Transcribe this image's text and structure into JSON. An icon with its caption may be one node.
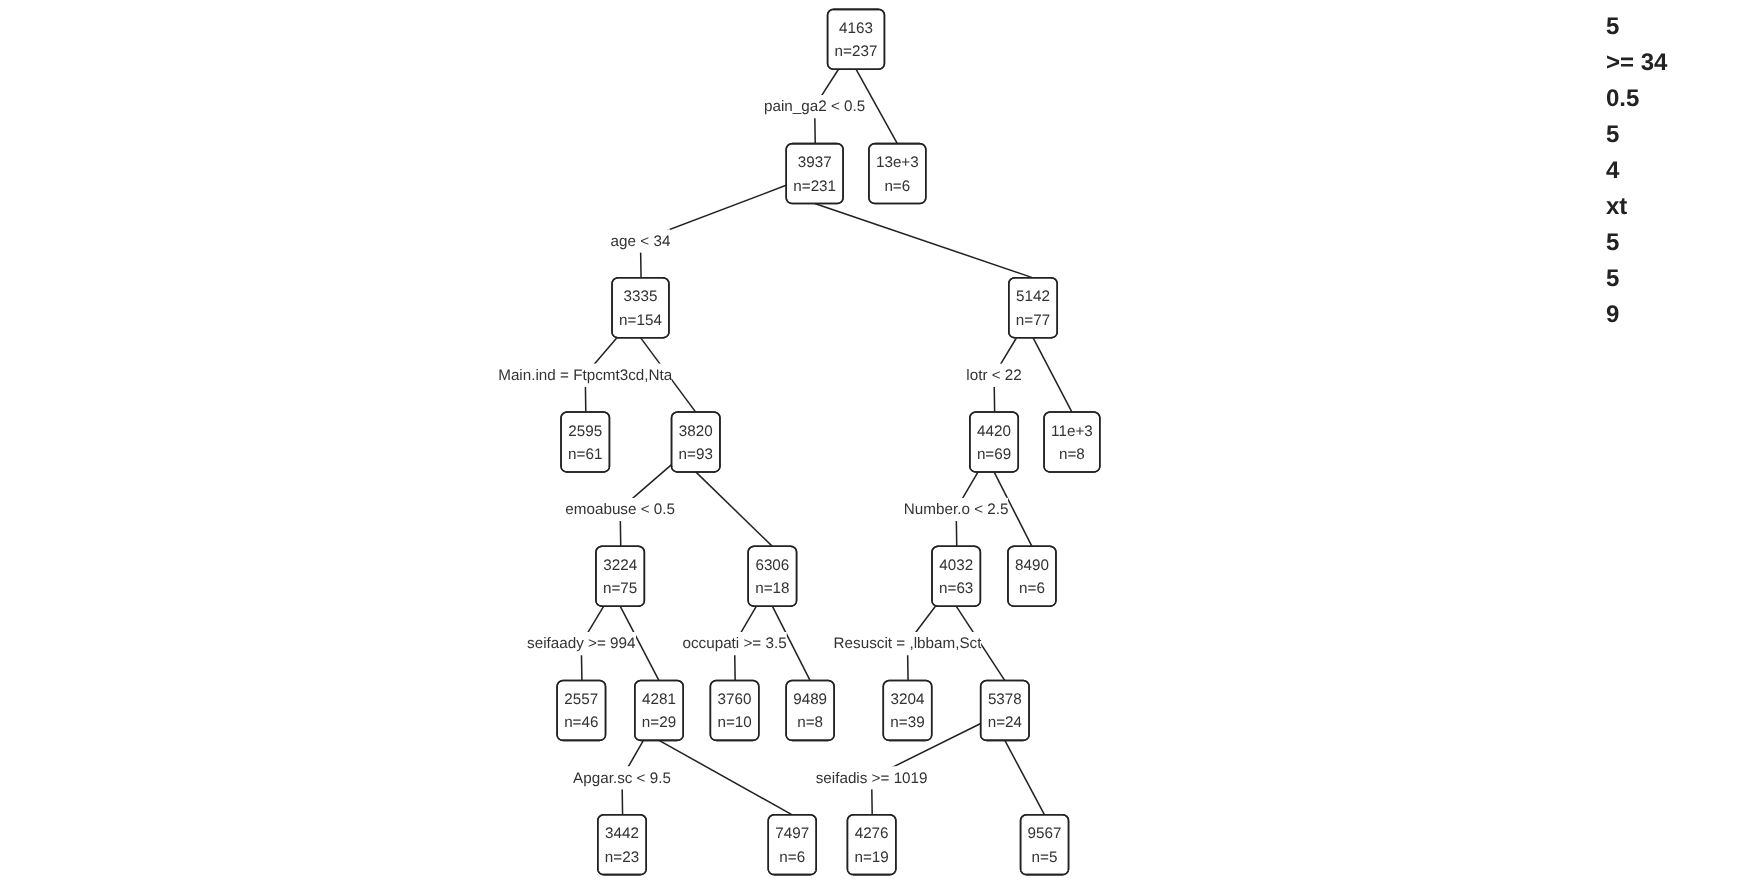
{
  "diagram": {
    "nodes": [
      {
        "text": [
          "4163",
          "n=237"
        ]
      },
      {
        "text": [
          "3937",
          "n=231"
        ]
      },
      {
        "text": [
          "13e+3",
          "n=6"
        ]
      },
      {
        "text": [
          "3335",
          "n=154"
        ]
      },
      {
        "text": [
          "5142",
          "n=77"
        ]
      },
      {
        "text": [
          "2595",
          "n=61"
        ]
      },
      {
        "text": [
          "3820",
          "n=93"
        ]
      },
      {
        "text": [
          "4420",
          "n=69"
        ]
      },
      {
        "text": [
          "11e+3",
          "n=8"
        ]
      },
      {
        "text": [
          "3224",
          "n=75"
        ]
      },
      {
        "text": [
          "6306",
          "n=18"
        ]
      },
      {
        "text": [
          "4032",
          "n=63"
        ]
      },
      {
        "text": [
          "8490",
          "n=6"
        ]
      },
      {
        "text": [
          "2557",
          "n=46"
        ]
      },
      {
        "text": [
          "4281",
          "n=29"
        ]
      },
      {
        "text": [
          "3760",
          "n=10"
        ]
      },
      {
        "text": [
          "9489",
          "n=8"
        ]
      },
      {
        "text": [
          "3204",
          "n=39"
        ]
      },
      {
        "text": [
          "5378",
          "n=24"
        ]
      },
      {
        "text": [
          "3442",
          "n=23"
        ]
      },
      {
        "text": [
          "7497",
          "n=6"
        ]
      },
      {
        "text": [
          "4276",
          "n=19"
        ]
      },
      {
        "text": [
          "9567",
          "n=5"
        ]
      }
    ],
    "edges": [
      {
        "from": 0,
        "to": 1,
        "arrow": "none",
        "label": "pain_ga2 < 0.5"
      },
      {
        "from": 0,
        "to": 2,
        "arrow": "none"
      },
      {
        "from": 1,
        "to": 3,
        "arrow": "none",
        "label": "age < 34"
      },
      {
        "from": 1,
        "to": 4,
        "arrow": "none"
      },
      {
        "from": 3,
        "to": 5,
        "arrow": "none",
        "label": "Main.ind = Ftpcmt3cd,Nta"
      },
      {
        "from": 3,
        "to": 6,
        "arrow": "none"
      },
      {
        "from": 6,
        "to": 9,
        "arrow": "none",
        "label": "emoabuse < 0.5"
      },
      {
        "from": 6,
        "to": 10,
        "arrow": "none"
      },
      {
        "from": 9,
        "to": 13,
        "arrow": "none",
        "label": "seifaady >= 994"
      },
      {
        "from": 9,
        "to": 14,
        "arrow": "none"
      },
      {
        "from": 14,
        "to": 19,
        "arrow": "none",
        "label": "Apgar.sc < 9.5"
      },
      {
        "from": 14,
        "to": 20,
        "arrow": "none"
      },
      {
        "from": 10,
        "to": 15,
        "arrow": "none",
        "label": "occupati >= 3.5"
      },
      {
        "from": 10,
        "to": 16,
        "arrow": "none"
      },
      {
        "from": 4,
        "to": 7,
        "arrow": "none",
        "label": "lotr < 22"
      },
      {
        "from": 4,
        "to": 8,
        "arrow": "none"
      },
      {
        "from": 7,
        "to": 11,
        "arrow": "none",
        "label": "Number.o < 2.5"
      },
      {
        "from": 7,
        "to": 12,
        "arrow": "none"
      },
      {
        "from": 11,
        "to": 17,
        "arrow": "none",
        "label": "Resuscit = ,lbbam,Sct"
      },
      {
        "from": 11,
        "to": 18,
        "arrow": "none"
      },
      {
        "from": 18,
        "to": 21,
        "arrow": "none",
        "label": "seifadis >= 1019"
      },
      {
        "from": 18,
        "to": 22,
        "arrow": "none"
      }
    ],
    "labels": [
      "5",
      ">= 34",
      "0.5",
      "5",
      "4",
      "xt",
      "5",
      "5",
      "9"
    ]
  }
}
